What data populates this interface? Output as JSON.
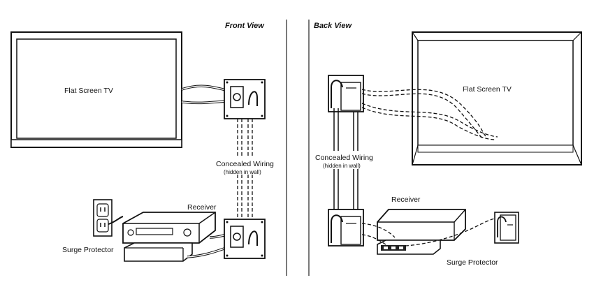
{
  "front_view": {
    "heading": "Front View",
    "tv_label": "Flat Screen TV",
    "wiring_label": "Concealed Wiring",
    "wiring_sub": "(hidden in wall)",
    "receiver_label": "Receiver",
    "surge_label": "Surge Protector"
  },
  "back_view": {
    "heading": "Back View",
    "tv_label": "Flat Screen TV",
    "wiring_label": "Concealed Wiring",
    "wiring_sub": "(hidden in wall)",
    "receiver_label": "Receiver",
    "surge_label": "Surge Protector"
  }
}
